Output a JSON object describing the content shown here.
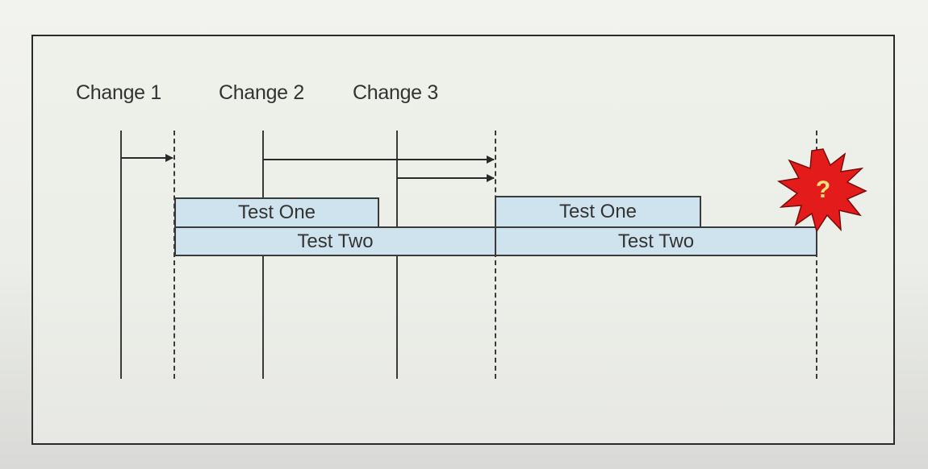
{
  "changes": {
    "change1": "Change 1",
    "change2": "Change 2",
    "change3": "Change 3"
  },
  "tests": {
    "test_one_a": "Test One",
    "test_two_a": "Test Two",
    "test_one_b": "Test One",
    "test_two_b": "Test Two"
  },
  "burst": {
    "symbol": "?",
    "fill_color": "#e31b1b",
    "text_color": "#f7e27a"
  }
}
